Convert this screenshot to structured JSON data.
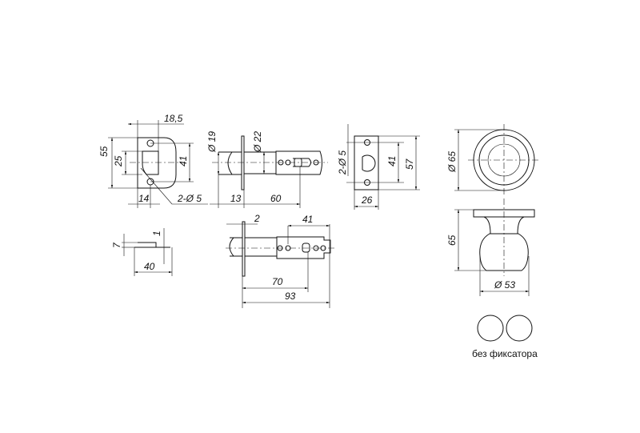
{
  "strike_plate_front": {
    "width": "18,5",
    "height": "55",
    "window": "25",
    "holes_spacing": "41",
    "offset": "14",
    "holes": "2-Ø 5"
  },
  "latch_side": {
    "bolt_diameter": "Ø 19",
    "body_diameter": "Ø 22",
    "faceplate_to_bolt": "13",
    "backset": "60"
  },
  "strike_plate_side": {
    "height": "7",
    "thickness": "1",
    "length": "40"
  },
  "latch_bottom": {
    "faceplate": "2",
    "slot": "41",
    "backset_long": "70",
    "total_length": "93"
  },
  "faceplate": {
    "holes": "2-Ø 5",
    "holes_spacing": "41",
    "height": "57",
    "width": "26"
  },
  "rosette": {
    "diameter": "Ø 65"
  },
  "knob": {
    "height": "65",
    "diameter": "Ø 53"
  },
  "caption": "без фиксатора"
}
